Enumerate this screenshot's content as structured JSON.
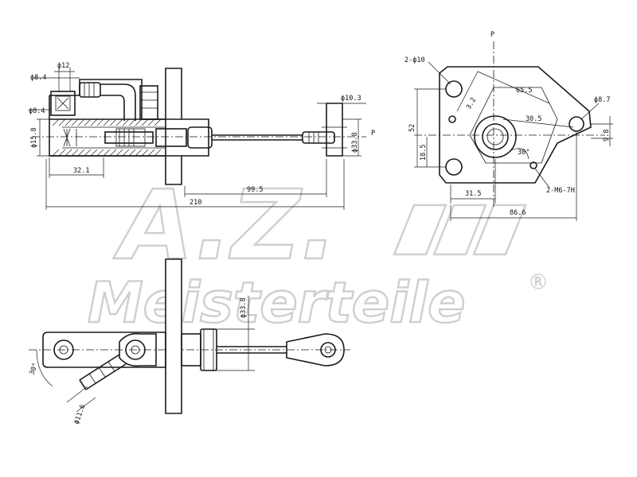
{
  "side_view": {
    "dims": {
      "d8_4_top": "ϕ8.4",
      "d12": "ϕ12",
      "d8_4_left": "ϕ8.4",
      "d15_8": "ϕ15.8",
      "d10_3": "ϕ10.3",
      "d33_8": "ϕ33.8",
      "len_32_1": "32.1",
      "len_99_5": "99.5",
      "len_210": "210",
      "p_label": "P"
    }
  },
  "flange_view": {
    "dims": {
      "p_label": "P",
      "holes_2_10": "2-ϕ10",
      "d8_7": "ϕ8.7",
      "a65_5": "65.5",
      "a3_2": "3.2",
      "a30_5": "30.5",
      "a30deg": "30°",
      "v52": "52",
      "v18_5": "18.5",
      "v9_8": "9.8",
      "h31_5": "31.5",
      "h86_6": "86.6",
      "thread": "2-M6-7H"
    }
  },
  "top_view": {
    "dims": {
      "d33_8": "ϕ33.8",
      "a30deg": "30°",
      "d11_6": "ϕ11.6"
    }
  },
  "watermark": {
    "logo": "A.Z.",
    "brand": "Meisterteile",
    "registered": "R"
  }
}
